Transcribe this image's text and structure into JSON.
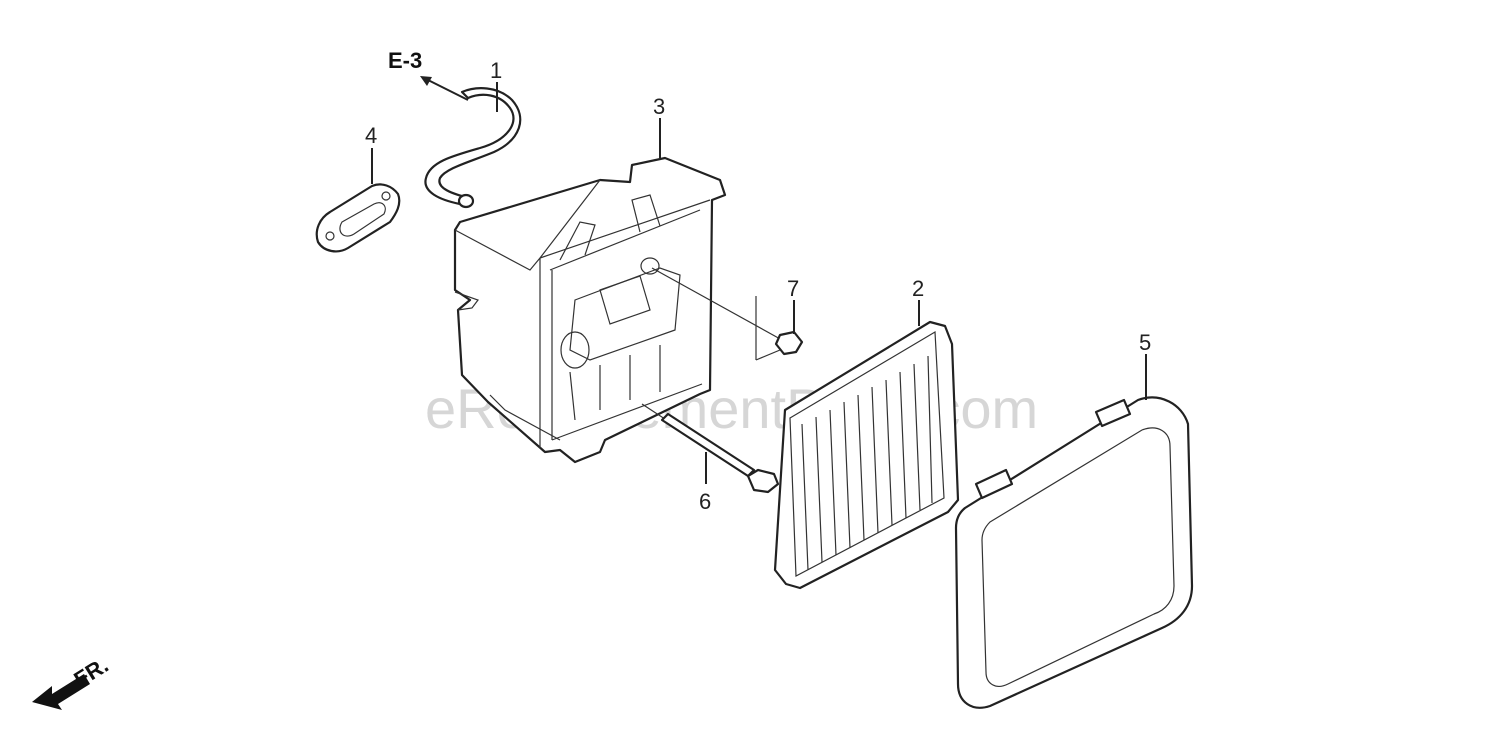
{
  "reference": {
    "label": "E-3"
  },
  "front_indicator": {
    "label": "FR."
  },
  "callouts": [
    {
      "id": "1",
      "label": "1"
    },
    {
      "id": "2",
      "label": "2"
    },
    {
      "id": "3",
      "label": "3"
    },
    {
      "id": "4",
      "label": "4"
    },
    {
      "id": "5",
      "label": "5"
    },
    {
      "id": "6",
      "label": "6"
    },
    {
      "id": "7",
      "label": "7"
    }
  ],
  "watermark": {
    "text": "eReplacementParts.com"
  }
}
